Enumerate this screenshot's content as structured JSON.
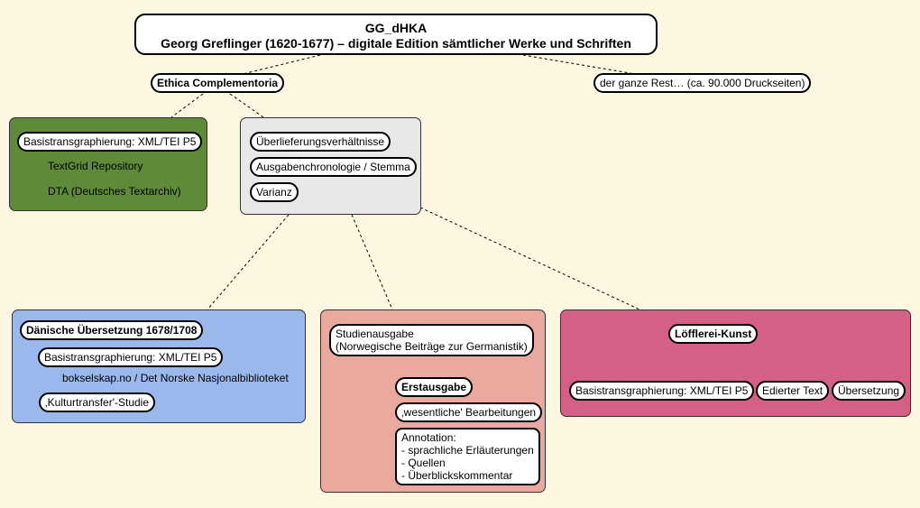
{
  "root": {
    "line1": "GG_dHKA",
    "line2": "Georg Greflinger (1620-1677) – digitale Edition sämtlicher Werke und Schriften"
  },
  "ethica": {
    "label": "Ethica Complementoria"
  },
  "rest": {
    "label": "der ganze Rest… (ca. 90.000 Druckseiten)"
  },
  "green_panel": {
    "color": "#5e8a3a",
    "basis": "Basistransgraphierung: XML/TEI P5",
    "items": [
      "TextGrid Repository",
      "DTA (Deutsches Textarchiv)"
    ]
  },
  "grey_panel": {
    "color": "#e8e8e8",
    "items": [
      "Überlieferungsverhältnisse",
      "Ausgabenchronologie / Stemma",
      "Varianz"
    ]
  },
  "blue_panel": {
    "color": "#9bb8ed",
    "title": "Dänische Übersetzung 1678/1708",
    "basis": "Basistransgraphierung: XML/TEI P5",
    "source": "bokselskap.no / Det Norske Nasjonalbiblioteket",
    "study": "‚Kulturtransfer'-Studie"
  },
  "salmon_panel": {
    "color": "#eaa99e",
    "studienausgabe": "Studienausgabe\n(Norwegische Beiträge zur Germanistik)",
    "erstausgabe": "Erstausgabe",
    "bearbeitungen": "‚wesentliche' Bearbeitungen",
    "annotation": "Annotation:\n- sprachliche Erläuterungen\n- Quellen\n- Überblickskommentar"
  },
  "pink_panel": {
    "color": "#d4608a",
    "title": "Löfflerei-Kunst",
    "basis": "Basistransgraphierung: XML/TEI P5",
    "edited": "Edierter Text",
    "translation": "Übersetzung"
  }
}
